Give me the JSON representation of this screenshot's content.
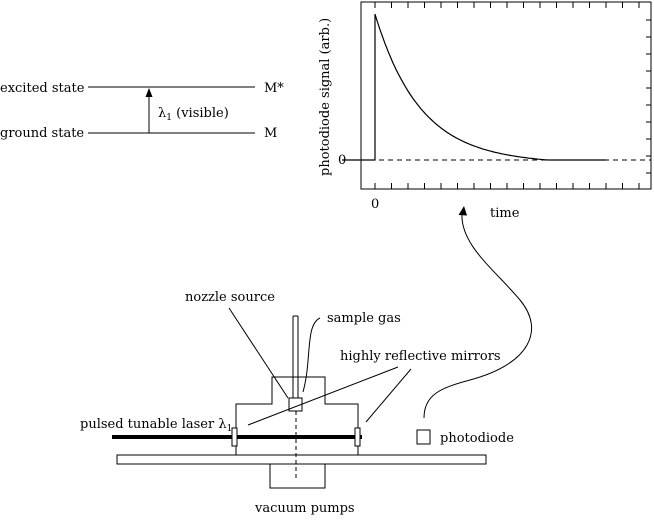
{
  "energy_diagram": {
    "excited_label": "excited state",
    "ground_label": "ground state",
    "excited_symbol": "M*",
    "ground_symbol": "M",
    "transition_lambda": "λ",
    "transition_sub": "1",
    "transition_note": " (visible)"
  },
  "plot": {
    "ylabel": "photodiode signal (arb.)",
    "xlabel": "time",
    "x_zero_label": "0",
    "y_zero_label": "0"
  },
  "apparatus": {
    "nozzle_label": "nozzle source",
    "sample_gas_label": "sample gas",
    "mirrors_label": "highly reflective mirrors",
    "laser_label": "pulsed tunable laser λ",
    "laser_sub": "1",
    "photodiode_label": "photodiode",
    "pumps_label": "vacuum pumps"
  },
  "chart_data": {
    "type": "line",
    "title": "",
    "xlabel": "time",
    "ylabel": "photodiode signal (arb.)",
    "series": [
      {
        "x": [
          -1.0,
          0.0,
          0.0,
          0.5,
          1.0,
          1.5,
          2.0,
          2.5,
          3.0,
          3.5,
          4.0,
          5.0,
          6.0,
          7.0
        ],
        "y": [
          0.0,
          0.0,
          1.0,
          0.72,
          0.52,
          0.37,
          0.25,
          0.16,
          0.09,
          0.04,
          0.01,
          0.0,
          0.0,
          0.0
        ]
      }
    ],
    "baseline": 0,
    "baseline_style": "dashed",
    "xlim": [
      -1,
      7
    ],
    "grid": false
  }
}
